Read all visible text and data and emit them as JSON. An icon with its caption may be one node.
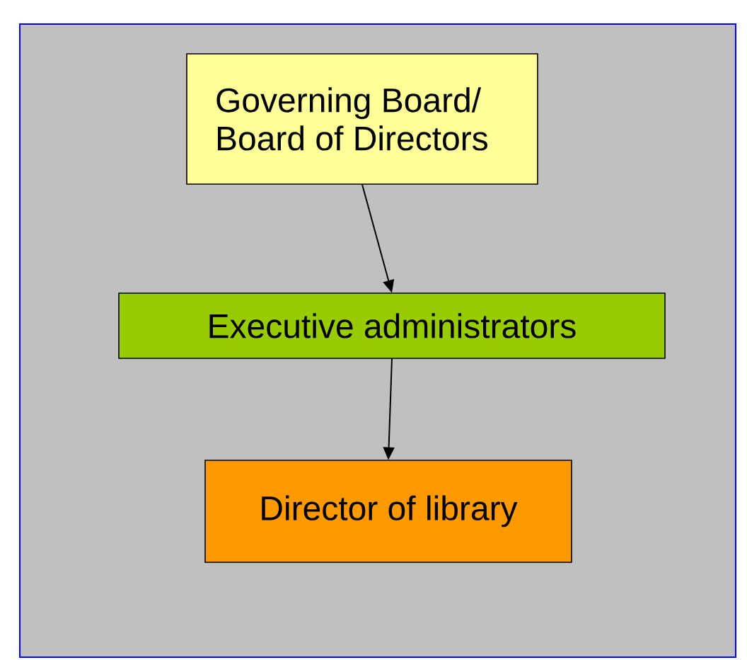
{
  "diagram": {
    "nodes": [
      {
        "text": [
          "Governing Board/ Board of Directors"
        ]
      },
      {
        "text": [
          "Executive administrators"
        ]
      },
      {
        "text": [
          "Director of library"
        ]
      }
    ],
    "edges": [
      {
        "from": 0,
        "to": 1,
        "arrow": "to"
      },
      {
        "from": 1,
        "to": 2,
        "arrow": "to"
      }
    ]
  }
}
